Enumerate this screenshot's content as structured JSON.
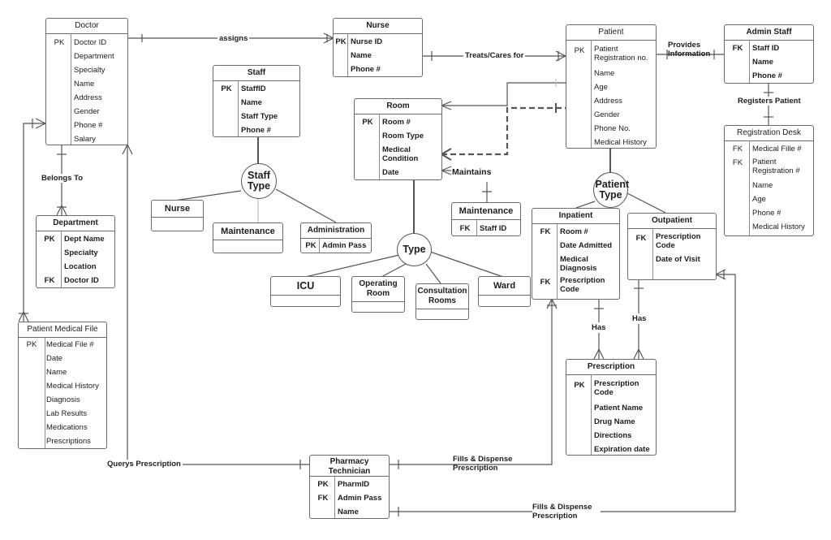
{
  "doctor": {
    "title": "Doctor",
    "rows": [
      [
        "PK",
        "Doctor ID"
      ],
      [
        "",
        "Department"
      ],
      [
        "",
        "Specialty"
      ],
      [
        "",
        "Name"
      ],
      [
        "",
        "Address"
      ],
      [
        "",
        "Gender"
      ],
      [
        "",
        "Phone #"
      ],
      [
        "",
        "Salary"
      ]
    ]
  },
  "nurse_entity": {
    "title": "Nurse",
    "rows": [
      [
        "PK",
        "Nurse ID"
      ],
      [
        "",
        "Name"
      ],
      [
        "",
        "Phone #"
      ]
    ]
  },
  "patient": {
    "title": "Patient",
    "rows": [
      [
        "PK",
        "Patient Registration no."
      ],
      [
        "",
        "Name"
      ],
      [
        "",
        "Age"
      ],
      [
        "",
        "Address"
      ],
      [
        "",
        "Gender"
      ],
      [
        "",
        "Phone No."
      ],
      [
        "",
        "Medical History"
      ]
    ]
  },
  "admin_staff": {
    "title": "Admin Staff",
    "rows": [
      [
        "FK",
        "Staff ID"
      ],
      [
        "",
        "Name"
      ],
      [
        "",
        "Phone #"
      ]
    ]
  },
  "staff": {
    "title": "Staff",
    "rows": [
      [
        "PK",
        "StaffID"
      ],
      [
        "",
        "Name"
      ],
      [
        "",
        "Staff Type"
      ],
      [
        "",
        "Phone #"
      ]
    ]
  },
  "room": {
    "title": "Room",
    "rows": [
      [
        "PK",
        "Room #"
      ],
      [
        "",
        "Room Type"
      ],
      [
        "",
        "Medical Condition"
      ],
      [
        "",
        "Date"
      ]
    ]
  },
  "registration_desk": {
    "title": "Registration Desk",
    "rows": [
      [
        "FK",
        "Medical Fille #"
      ],
      [
        "FK",
        "Patient Registration #"
      ],
      [
        "",
        "Name"
      ],
      [
        "",
        "Age"
      ],
      [
        "",
        "Phone #"
      ],
      [
        "",
        "Medical History"
      ]
    ]
  },
  "department": {
    "title": "Department",
    "rows": [
      [
        "PK",
        "Dept Name"
      ],
      [
        "",
        "Specialty"
      ],
      [
        "",
        "Location"
      ],
      [
        "FK",
        "Doctor ID"
      ]
    ]
  },
  "maintenance_room": {
    "title": "Maintenance",
    "rows": [
      [
        "FK",
        "Staff ID"
      ]
    ]
  },
  "inpatient": {
    "title": "Inpatient",
    "rows": [
      [
        "FK",
        "Room #"
      ],
      [
        "",
        "Date Admitted"
      ],
      [
        "",
        "Medical Diagnosis"
      ],
      [
        "FK",
        "Prescription Code"
      ]
    ]
  },
  "outpatient": {
    "title": "Outpatient",
    "rows": [
      [
        "FK",
        "Prescription Code"
      ],
      [
        "",
        "Date of Visit"
      ]
    ]
  },
  "patient_medical_file": {
    "title": "Patient Medical File",
    "rows": [
      [
        "PK",
        "Medical File #"
      ],
      [
        "",
        "Date"
      ],
      [
        "",
        "Name"
      ],
      [
        "",
        "Medical History"
      ],
      [
        "",
        "Diagnosis"
      ],
      [
        "",
        "Lab  Results"
      ],
      [
        "",
        "Medications"
      ],
      [
        "",
        "Prescriptions"
      ]
    ]
  },
  "prescription": {
    "title": "Prescription",
    "rows": [
      [
        "PK",
        "Prescription Code"
      ],
      [
        "",
        "Patient Name"
      ],
      [
        "",
        "Drug Name"
      ],
      [
        "",
        "Directions"
      ],
      [
        "",
        "Expiration date"
      ]
    ]
  },
  "pharmacy": {
    "title": "Pharmacy Technician",
    "rows": [
      [
        "PK",
        "PharmID"
      ],
      [
        "FK",
        "Admin Pass"
      ],
      [
        "",
        "Name"
      ]
    ]
  },
  "administration": {
    "title": "Administration",
    "rows": [
      [
        "PK",
        "Admin Pass"
      ]
    ]
  },
  "subtypes": {
    "nurse": "Nurse",
    "maintenance": "Maintenance",
    "icu": "ICU",
    "operating": "Operating Room",
    "consultation": "Consultation Rooms",
    "ward": "Ward"
  },
  "circles": {
    "staff_type": "Staff Type",
    "room_type": "Type",
    "patient_type": "Patient Type"
  },
  "relationships": {
    "assigns": "assigns",
    "treats": "Treats/Cares for",
    "provides": "Provides Information",
    "registers": "Registers Patient",
    "belongs": "Belongs To",
    "maintains": "Maintains",
    "has_in": "Has",
    "has_out": "Has",
    "querys": "Querys Prescription",
    "fills1": "Fills & Dispense Prescription",
    "fills2": "Fills & Dispense Prescription"
  },
  "colors": {
    "line": "#555555",
    "border": "#6b6b6b",
    "text": "#1d1d1d"
  }
}
